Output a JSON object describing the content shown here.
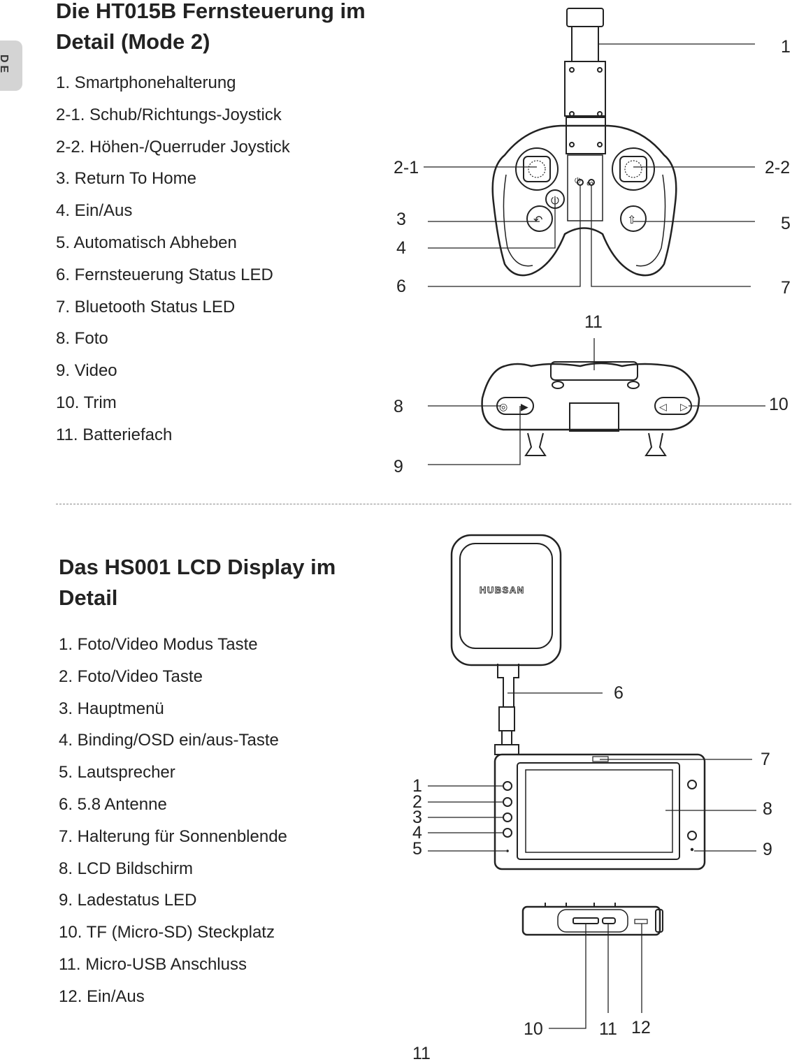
{
  "side_tab": "DE",
  "section1": {
    "title": "Die HT015B Fernsteuerung im Detail (Mode 2)",
    "items": [
      "1. Smartphonehalterung",
      "2-1. Schub/Richtungs-Joystick",
      "2-2. Höhen-/Querruder Joystick",
      "3. Return To Home",
      "4. Ein/Aus",
      "5. Automatisch Abheben",
      "6. Fernsteuerung Status LED",
      "7. Bluetooth Status LED",
      "8. Foto",
      "9. Video",
      "10. Trim",
      "11. Batteriefach"
    ],
    "callouts": {
      "c1": "1",
      "c2_1": "2-1",
      "c2_2": "2-2",
      "c3": "3",
      "c4": "4",
      "c5": "5",
      "c6": "6",
      "c7": "7",
      "c8": "8",
      "c9": "9",
      "c10": "10",
      "c11": "11"
    }
  },
  "section2": {
    "title": "Das HS001 LCD Display im Detail",
    "items": [
      "1. Foto/Video Modus Taste",
      "2. Foto/Video Taste",
      "3. Hauptmenü",
      "4. Binding/OSD ein/aus-Taste",
      "5. Lautsprecher",
      "6. 5.8 Antenne",
      "7. Halterung für Sonnenblende",
      "8. LCD Bildschirm",
      "9. Ladestatus LED",
      "10. TF (Micro-SD) Steckplatz",
      "11. Micro-USB Anschluss",
      "12.  Ein/Aus"
    ],
    "antenna_brand": "HUBSAN",
    "callouts": {
      "c1": "1",
      "c2": "2",
      "c3": "3",
      "c4": "4",
      "c5": "5",
      "c6": "6",
      "c7": "7",
      "c8": "8",
      "c9": "9",
      "c10": "10",
      "c11": "11",
      "c12": "12"
    }
  },
  "page_number": "11"
}
